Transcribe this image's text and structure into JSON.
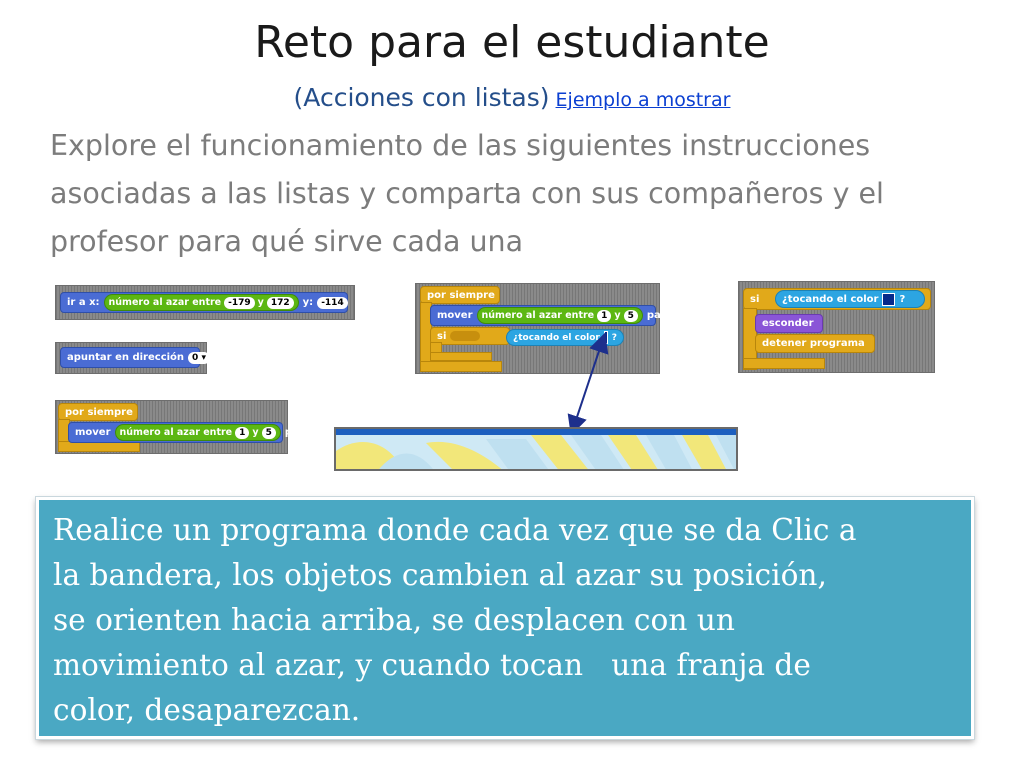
{
  "slide": {
    "title": "Reto para el estudiante",
    "subtitle": "(Acciones con listas)",
    "link": "Ejemplo a mostrar",
    "intro": "Explore el funcionamiento de las siguientes instrucciones asociadas a las listas y comparta con sus compañeros y el profesor para qué sirve cada una",
    "challenge_lines": [
      "Realice un programa donde cada vez que se da Clic a",
      "la bandera, los objetos cambien al azar su posición,",
      "se orienten hacia arriba, se desplacen con un",
      "movimiento al azar, y cuando tocan   una franja de",
      "color, desaparezcan."
    ]
  },
  "blocks": {
    "goto": {
      "label": "ir a x:",
      "op": "número al azar entre",
      "a": "-179",
      "y": "y",
      "b": "172",
      "y_label": "y:",
      "y_val": "-114"
    },
    "point": {
      "label": "apuntar en dirección",
      "val": "0"
    },
    "forever1": {
      "hat": "por siempre",
      "move": "mover",
      "op": "número al azar entre",
      "a": "1",
      "y": "y",
      "b": "5",
      "steps": "pasos"
    },
    "forever2": {
      "hat": "por siempre",
      "move": "mover",
      "op": "número al azar entre",
      "a": "1",
      "y": "y",
      "b": "5",
      "steps": "pasos",
      "if": "si",
      "touching": "¿tocando el color",
      "q": "?"
    },
    "if_touch": {
      "if": "si",
      "touching": "¿tocando el color",
      "q": "?",
      "hide": "esconder",
      "stop": "detener programa"
    }
  },
  "colors": {
    "challenge_bg": "#4aa8c3",
    "title": "#1a1a1a",
    "subtitle": "#244e8a",
    "link": "#0b3fd1",
    "intro": "#7c7c7c",
    "swatch": "#062a8a"
  }
}
